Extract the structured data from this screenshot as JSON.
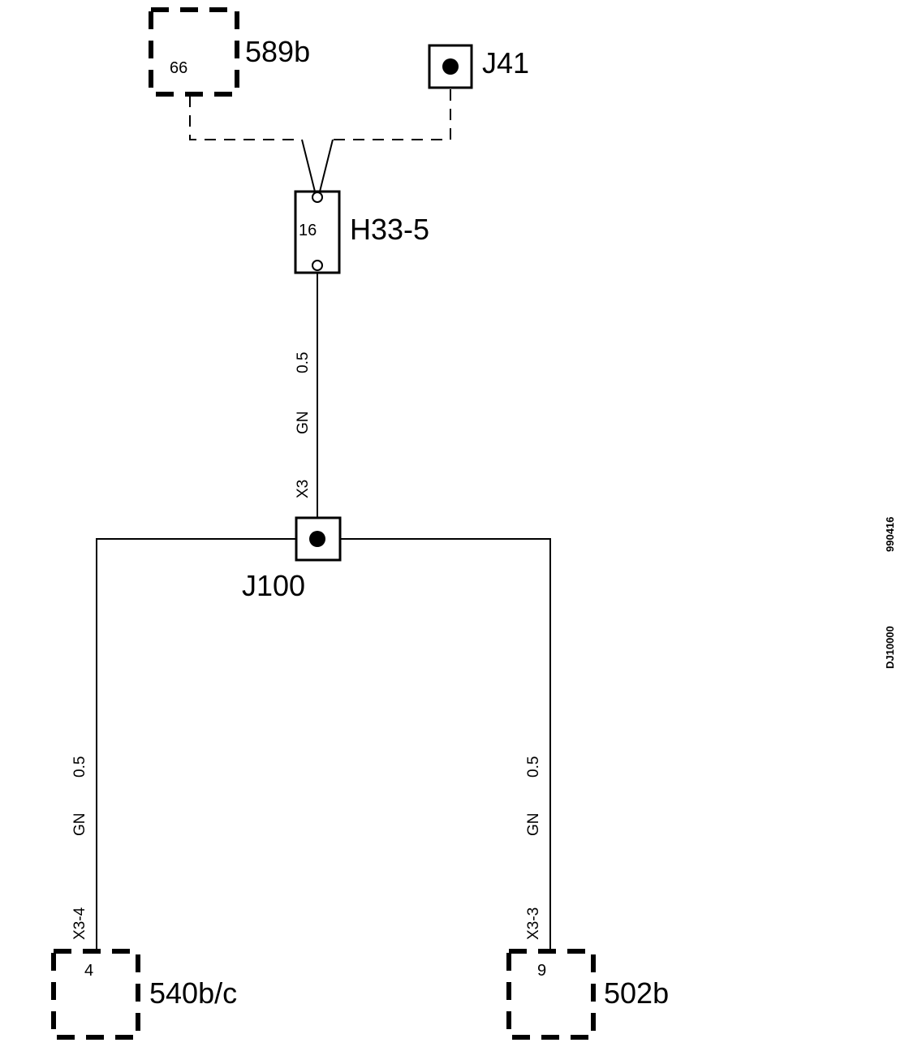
{
  "components": {
    "c589b": {
      "label": "589b",
      "pin": "66"
    },
    "j41": {
      "label": "J41"
    },
    "h33_5": {
      "label": "H33-5",
      "pin": "16"
    },
    "j100": {
      "label": "J100"
    },
    "c540bc": {
      "label": "540b/c",
      "pin": "4"
    },
    "c502b": {
      "label": "502b",
      "pin": "9"
    }
  },
  "wires": {
    "top": {
      "size": "0.5",
      "color": "GN",
      "connector": "X3"
    },
    "left": {
      "size": "0.5",
      "color": "GN",
      "connector": "X3-4"
    },
    "right": {
      "size": "0.5",
      "color": "GN",
      "connector": "X3-3"
    }
  },
  "side_codes": {
    "date": "990416",
    "ref": "DJ10000"
  }
}
